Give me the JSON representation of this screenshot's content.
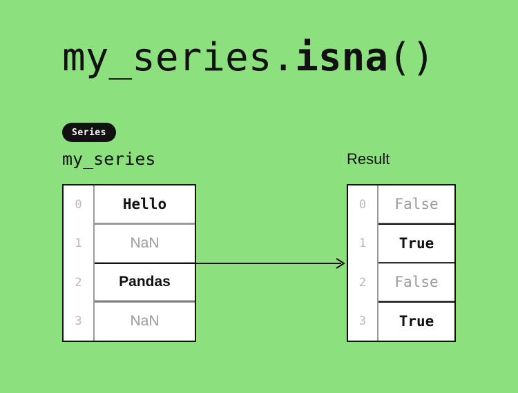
{
  "page": {
    "background_color": "#8ce07d",
    "accent_dark": "#111111",
    "muted_color": "#9a9a9a"
  },
  "title": {
    "prefix": "my_series.",
    "method": "isna",
    "suffix": "()"
  },
  "badge": {
    "label": "Series"
  },
  "left_table": {
    "caption": "my_series",
    "index_header": "",
    "rows": [
      {
        "index": "0",
        "value": "Hello",
        "style": "strong",
        "font": "mono"
      },
      {
        "index": "1",
        "value": "NaN",
        "style": "muted",
        "font": "sans"
      },
      {
        "index": "2",
        "value": "Pandas",
        "style": "strong",
        "font": "sans"
      },
      {
        "index": "3",
        "value": "NaN",
        "style": "muted",
        "font": "sans"
      }
    ]
  },
  "right_table": {
    "caption": "Result",
    "rows": [
      {
        "index": "0",
        "value": "False",
        "style": "muted",
        "font": "mono"
      },
      {
        "index": "1",
        "value": "True",
        "style": "strong",
        "font": "mono"
      },
      {
        "index": "2",
        "value": "False",
        "style": "muted",
        "font": "mono"
      },
      {
        "index": "3",
        "value": "True",
        "style": "strong",
        "font": "mono"
      }
    ]
  },
  "arrow": {
    "direction": "right",
    "color": "#111111"
  }
}
